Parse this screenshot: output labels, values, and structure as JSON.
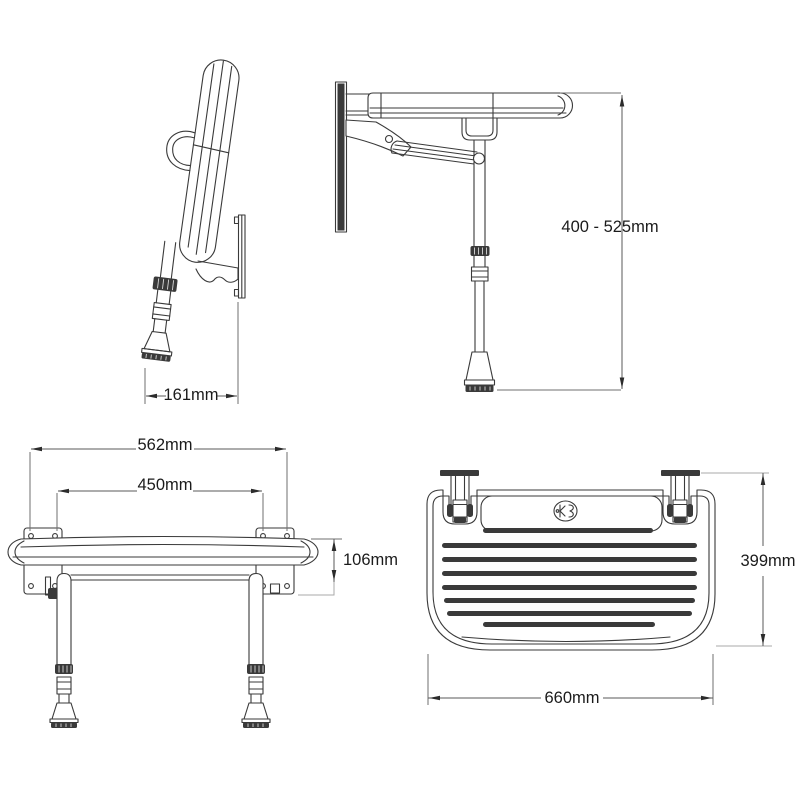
{
  "dims": {
    "folded_depth": "161mm",
    "seat_height_range": "400 - 525mm",
    "fixing_centres_outer": "562mm",
    "fixing_centres_inner": "450mm",
    "seat_edge_depth": "106mm",
    "seat_depth": "399mm",
    "seat_width": "660mm"
  },
  "colors": {
    "line": "#3a3a3a",
    "dimension": "#5a5a5a",
    "background": "#ffffff"
  }
}
